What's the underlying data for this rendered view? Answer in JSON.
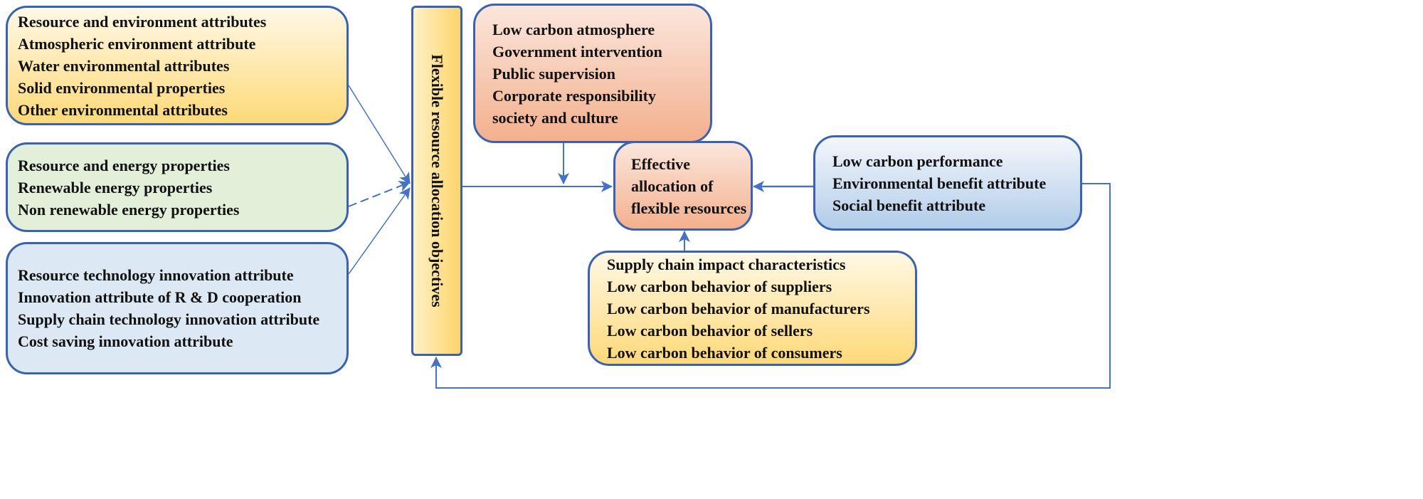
{
  "boxes": {
    "resource_environment": [
      "Resource and environment attributes",
      "Atmospheric environment attribute",
      "Water environmental attributes",
      "Solid environmental properties",
      "Other environmental attributes"
    ],
    "resource_energy": [
      "Resource and energy properties",
      "Renewable energy properties",
      "Non renewable energy properties"
    ],
    "technology_innovation": [
      "Resource technology innovation attribute",
      "Innovation attribute of R & D cooperation",
      "Supply chain technology innovation attribute",
      "Cost saving innovation attribute"
    ],
    "objectives": "Flexible resource allocation objectives",
    "atmosphere": [
      "Low carbon atmosphere",
      "Government intervention",
      "Public supervision",
      "Corporate responsibility",
      "society and culture"
    ],
    "effective": [
      "Effective",
      "allocation of",
      "flexible resources"
    ],
    "performance": [
      "Low carbon performance",
      "Environmental benefit attribute",
      "Social benefit attribute"
    ],
    "supply_chain": [
      "Supply chain impact characteristics",
      "Low carbon behavior of suppliers",
      "Low carbon behavior of manufacturers",
      "Low carbon behavior of sellers",
      "Low carbon behavior of consumers"
    ]
  },
  "colors": {
    "border": "#3a62b0",
    "arrow": "#4472c4"
  }
}
